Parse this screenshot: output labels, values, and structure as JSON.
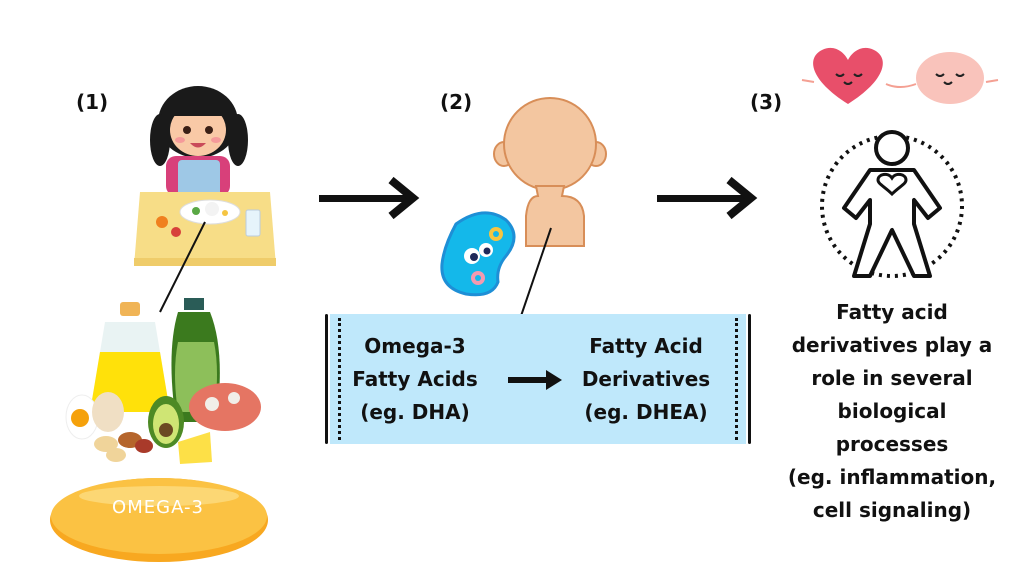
{
  "steps": [
    {
      "number": "(1)",
      "illustration": "child-eating-meal",
      "secondary_illustration": "omega-3-food-sources"
    },
    {
      "number": "(2)",
      "illustration": "human-body-silhouette",
      "secondary_illustration": "cell"
    },
    {
      "number": "(3)",
      "illustration": "body-health-outline",
      "secondary_illustration": "heart-and-brain"
    }
  ],
  "capsule": {
    "label": "OMEGA-3"
  },
  "conversion_box": {
    "source": [
      "Omega-3",
      "Fatty Acids",
      "(eg. DHA)"
    ],
    "target": [
      "Fatty Acid",
      "Derivatives",
      "(eg. DHEA)"
    ]
  },
  "outcome": {
    "lines": [
      "Fatty acid",
      "derivatives play a",
      "role in several",
      "biological",
      "processes",
      "(eg. inflammation,",
      "cell signaling)"
    ]
  },
  "colors": {
    "box_fill": "#bfe8fb",
    "capsule": "#fbbd3c",
    "skin": "#f3c6a0",
    "heart": "#e84f6a",
    "brain": "#f9c3bb"
  }
}
